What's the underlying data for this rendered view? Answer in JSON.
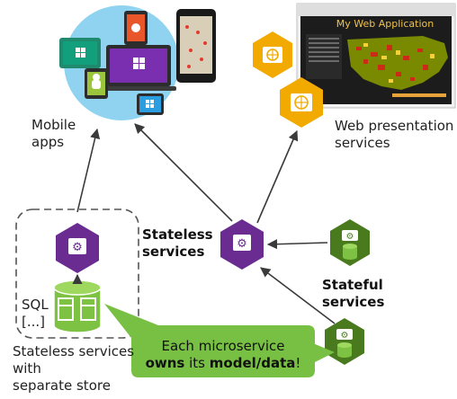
{
  "labels": {
    "mobile_apps": [
      "Mobile",
      "apps"
    ],
    "web_presentation": [
      "Web presentation",
      "services"
    ],
    "stateless_services": [
      "Stateless",
      "services"
    ],
    "stateful_services": [
      "Stateful",
      "services"
    ],
    "sql_box": [
      "SQL",
      "[...]"
    ],
    "stateless_with_store": [
      "Stateless services",
      "with",
      "separate store"
    ]
  },
  "callout": {
    "line1": "Each microservice",
    "owns": "owns",
    "its": " its ",
    "model_data": "model/data",
    "end": "!"
  },
  "web_app_screenshot": {
    "title": "My Web Application"
  },
  "colors": {
    "service_purple": "#6b2c91",
    "stateful_green": "#4a7a1e",
    "store_green": "#7dc242",
    "web_hex_orange": "#f2a900",
    "cloud_blue": "#8fd3f0",
    "callout_green": "#78c043",
    "arrow": "#3a3a3a"
  },
  "icons": [
    "gear-icon",
    "globe-icon",
    "database-icon",
    "windows-icon",
    "android-icon",
    "apple-icon",
    "phone-icon",
    "laptop-icon",
    "tablet-icon"
  ]
}
